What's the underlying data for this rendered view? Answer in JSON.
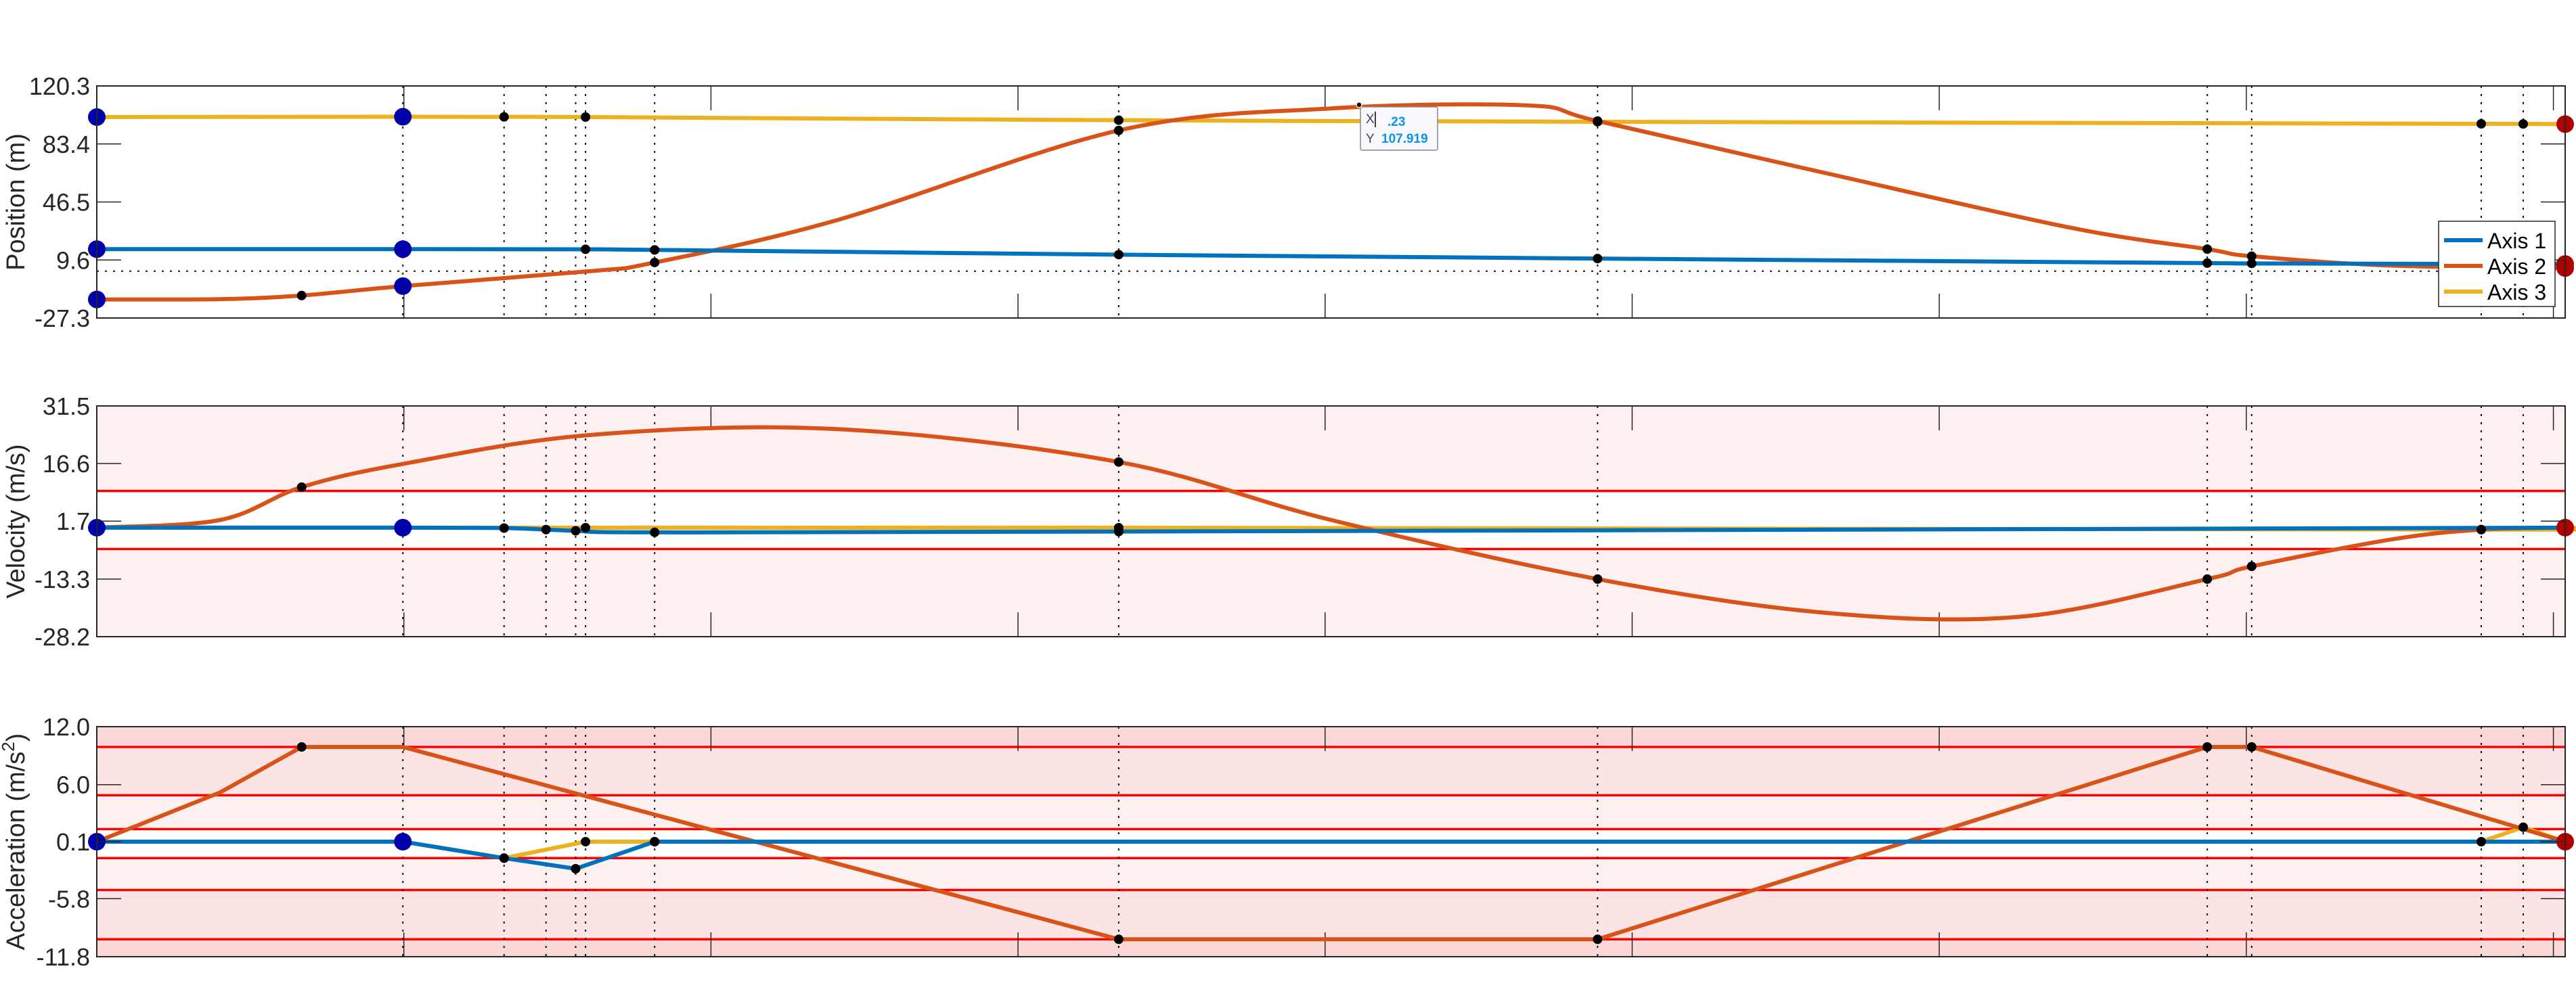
{
  "chart_data": [
    {
      "type": "line",
      "title": "",
      "xlabel": "",
      "ylabel": "Position (m)",
      "ylim": [
        -27.3,
        120.3
      ],
      "yticks": [
        "120.3",
        "83.4",
        "46.5",
        "9.6",
        "-27.3"
      ],
      "ytick_values": [
        120.3,
        83.4,
        46.5,
        9.6,
        -27.3
      ],
      "grid": false,
      "legend_position": "right-inside",
      "legend": [
        "Axis 1",
        "Axis 2",
        "Axis 3"
      ],
      "dotted_reference_y": 2.5,
      "series": [
        {
          "name": "Axis 1",
          "color": "#0072BD",
          "x": [
            0,
            0.124,
            0.198,
            0.226,
            0.414,
            0.608,
            0.855,
            0.873,
            1.0
          ],
          "values": [
            16.5,
            16.5,
            16.4,
            16.0,
            13.0,
            10.5,
            7.6,
            7.4,
            7.0
          ]
        },
        {
          "name": "Axis 2",
          "color": "#D95319",
          "x": [
            0,
            0.05,
            0.083,
            0.124,
            0.2,
            0.226,
            0.3,
            0.414,
            0.5,
            0.58,
            0.608,
            0.7,
            0.8,
            0.855,
            0.873,
            0.93,
            1.0
          ],
          "values": [
            -15.5,
            -15.3,
            -13,
            -7,
            2.5,
            8,
            35,
            92,
            106,
            107.9,
            98,
            65,
            30,
            16.5,
            12,
            6,
            4.5
          ]
        },
        {
          "name": "Axis 3",
          "color": "#EDB120",
          "x": [
            0,
            0.124,
            0.165,
            0.198,
            0.414,
            0.608,
            0.966,
            0.983,
            1.0
          ],
          "values": [
            100.5,
            100.7,
            100.6,
            100.5,
            98.5,
            97.5,
            96.2,
            96.1,
            96.0
          ]
        }
      ],
      "start_markers": {
        "color": "#0000A8",
        "x": [
          0,
          0.124
        ],
        "values": {
          "Axis 1": 16.5,
          "Axis 2": -15.5,
          "Axis 3": 100.5
        }
      },
      "end_markers": {
        "color": "#B00000",
        "x": 1.0
      },
      "waypoint_x": [
        0.124,
        0.165,
        0.182,
        0.194,
        0.198,
        0.226,
        0.414,
        0.608,
        0.855,
        0.873,
        0.966,
        0.983,
        1.0
      ],
      "annotation": {
        "type": "datatip",
        "x_text": ".23",
        "y_text": "107.919",
        "x_label": "X",
        "y_label": "Y"
      }
    },
    {
      "type": "line",
      "ylabel": "Velocity (m/s)",
      "ylim": [
        -28.2,
        31.5
      ],
      "yticks": [
        "31.5",
        "16.6",
        "1.7",
        "-13.3",
        "-28.2"
      ],
      "ytick_values": [
        31.5,
        16.6,
        1.7,
        -13.3,
        -28.2
      ],
      "limit_lines": [
        9.5,
        -5.5
      ],
      "series": [
        {
          "name": "Axis 1",
          "color": "#0072BD",
          "x": [
            0,
            0.124,
            0.165,
            0.182,
            0.194,
            0.226,
            0.414,
            1.0
          ],
          "values": [
            0,
            0,
            -0.1,
            -0.5,
            -0.8,
            -1.2,
            -1.0,
            0
          ]
        },
        {
          "name": "Axis 2",
          "color": "#D95319",
          "x": [
            0,
            0.05,
            0.083,
            0.124,
            0.2,
            0.3,
            0.414,
            0.5,
            0.608,
            0.7,
            0.78,
            0.855,
            0.873,
            0.93,
            0.966,
            1.0
          ],
          "values": [
            0,
            2,
            10.5,
            16.5,
            24,
            25.5,
            17,
            2,
            -13.3,
            -22,
            -23,
            -13.3,
            -10,
            -3,
            -0.5,
            0
          ]
        },
        {
          "name": "Axis 3",
          "color": "#EDB120",
          "x": [
            0,
            0.124,
            0.198,
            0.414,
            0.966,
            1.0
          ],
          "values": [
            0,
            0,
            0,
            0,
            -0.5,
            0
          ]
        }
      ]
    },
    {
      "type": "line",
      "ylabel": "Acceleration (m/s²)",
      "ylabel_base": "Acceleration (m/s",
      "ylabel_sup": "2",
      "ylabel_end": ")",
      "ylim": [
        -11.8,
        12.0
      ],
      "yticks": [
        "12.0",
        "6.0",
        "0.1",
        "-5.8",
        "-11.8"
      ],
      "ytick_values": [
        12.0,
        6.0,
        0.1,
        -5.8,
        -11.8
      ],
      "limit_lines": [
        9.9,
        4.9,
        1.4,
        -1.6,
        -4.9,
        -10.0
      ],
      "series": [
        {
          "name": "Axis 1",
          "color": "#0072BD",
          "x": [
            0,
            0.124,
            0.165,
            0.194,
            0.226,
            1.0
          ],
          "values": [
            0.1,
            0.1,
            -1.6,
            -2.7,
            0.1,
            0.1
          ]
        },
        {
          "name": "Axis 2",
          "color": "#D95319",
          "x": [
            0,
            0.05,
            0.083,
            0.124,
            0.414,
            0.608,
            0.855,
            0.873,
            1.0
          ],
          "values": [
            0.1,
            5.2,
            9.9,
            9.9,
            -10.0,
            -10.0,
            9.9,
            9.9,
            0.1
          ]
        },
        {
          "name": "Axis 3",
          "color": "#EDB120",
          "x": [
            0,
            0.124,
            0.165,
            0.198,
            0.226,
            0.966,
            0.983,
            1.0
          ],
          "values": [
            0.1,
            0.1,
            -1.6,
            0.1,
            0.1,
            0.1,
            1.6,
            0.1
          ]
        }
      ]
    }
  ],
  "legend": {
    "items": [
      {
        "label": "Axis 1",
        "color": "#0072BD"
      },
      {
        "label": "Axis 2",
        "color": "#D95319"
      },
      {
        "label": "Axis 3",
        "color": "#EDB120"
      }
    ]
  },
  "datatip": {
    "x_label": "X",
    "x_value": ".23",
    "y_label": "Y",
    "y_value": "107.919"
  },
  "colors": {
    "axis1": "#0072BD",
    "axis2": "#D95319",
    "axis3": "#EDB120",
    "start_marker": "#0000A8",
    "end_marker": "#B00000",
    "limit_line": "#FF0000",
    "zone_light": "#FDF0F0",
    "zone_mid": "#FCE4E4",
    "zone_dark": "#FBD8D8"
  }
}
